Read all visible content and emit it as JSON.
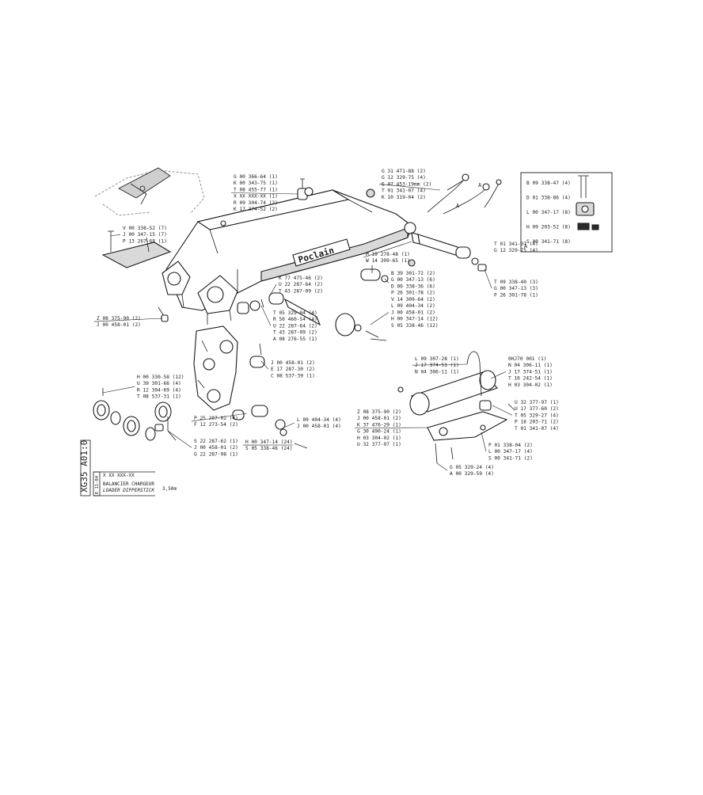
{
  "sheet": {
    "code_vertical": "XG35 A01:0",
    "title_fr": "BALANCIER CHARGEUR",
    "title_en": "LOADER DIPPERSTICK",
    "ref_mask": "X XX XXX-XX",
    "side_code": "E 11-84",
    "length": "3,50m",
    "brand": "Poclain"
  },
  "labels": {
    "top_col": [
      "G 00 366-64 (1)",
      "K 00 343-75 (1)",
      "T 08 455-77 (1)",
      "X XX XXX-XX (1)",
      "R 09 304-74 (2)",
      "K 17 374-52 (2)"
    ],
    "left_col": [
      "V 00 338-52 (7)",
      "J 00 347-15 (7)",
      "P 13 267-68 (1)"
    ],
    "top_right": [
      "G 31 471-88 (2)",
      "G 12 329-75 (4)",
      "E 07 453-19mm (2)",
      "T 01 341-07 (4)",
      "K 10 319-04 (2)"
    ],
    "box_right": [
      "B 09 338-47 (4)",
      "D 01 338-86 (4)",
      "L 00 347-17 (8)",
      "H 09 203-52 (8)",
      "S 00 341-71 (8)"
    ],
    "box_tag": "A",
    "arrow_tag": "A",
    "right_of_pin": [
      "T 01 341-07 (4)",
      "G 12 329-75 (4)"
    ],
    "pin_group": [
      "M 19 278-48 (1)",
      "W 14 309-65 (1)"
    ],
    "pin_right": [
      "T 09 338-40 (3)",
      "G 00 347-13 (3)",
      "P 26 301-78 (1)"
    ],
    "mid_col": [
      "B 39 301-72 (2)",
      "G 00 347-13 (6)",
      "D 00 338-36 (6)",
      "P 26 301-78 (2)"
    ],
    "mid_left": [
      "K 77 475-46 (2)",
      "U 22 287-64 (2)",
      "T 43 287-09 (2)"
    ],
    "mid_lower": [
      "V 14 309-64 (2)",
      "L 09 404-34 (2)",
      "J 00 458-01 (2)",
      "H 00 347-14 (12)",
      "S 05 338-46 (12)"
    ],
    "center_col": [
      "T 05 329-04 (4)",
      "R 50 460-54 (4)",
      "U 22 287-64 (2)",
      "T 43 287-09 (2)",
      "A 08 276-55 (1)"
    ],
    "left_low": [
      "Z 08 375-90 (2)",
      "J 00 458-01 (2)"
    ],
    "link_right": [
      "J 00 458-01 (2)",
      "E 17 287-30 (2)",
      "C 08 537-39 (1)"
    ],
    "bush_left": [
      "H 00 330-58 (12)",
      "U 39 301-66 (4)",
      "R 12 304-69 (4)",
      "T 08 537-31 (1)"
    ],
    "bush_mid": [
      "P 25 287-02 (4)",
      "F 12 273-54 (2)"
    ],
    "bush_low": [
      "S 22 287-62 (1)",
      "J 00 458-01 (2)",
      "G 22 287-98 (1)"
    ],
    "bolt_right": [
      "L 09 404-34 (4)",
      "J 00 458-01 (4)"
    ],
    "bolt_low": [
      "H 00 347-14 (24)",
      "S 05 338-46 (24)"
    ],
    "cyl_top": [
      "L 09 307-28 (1)",
      "J 17 374-51 (1)",
      "N 04 306-11 (1)"
    ],
    "cyl_right": [
      "0HJ70 001 (1)",
      "N 04 306-11 (1)",
      "J 17 374-51 (1)",
      "T 16 242-54 (1)",
      "H 03 304-02 (1)"
    ],
    "cyl_left": [
      "Z 08 375-90 (2)",
      "J 00 458-01 (2)",
      "K 37 476-29 (1)",
      "G 30 490-24 (1)",
      "H 03 304-02 (1)",
      "U 32 377-97 (1)"
    ],
    "cyl_right2": [
      "U 32 377-97 (1)",
      "U 17 377-60 (2)",
      "T 05 329-27 (4)",
      "P 18 203-71 (2)",
      "T 01 341-07 (4)"
    ],
    "cyl_low": [
      "P 01 338-04 (2)",
      "L 00 347-17 (4)",
      "S 00 341-71 (2)"
    ],
    "cyl_bottom": [
      "G 05 329-24 (4)",
      "A 00 329-59 (4)"
    ]
  }
}
